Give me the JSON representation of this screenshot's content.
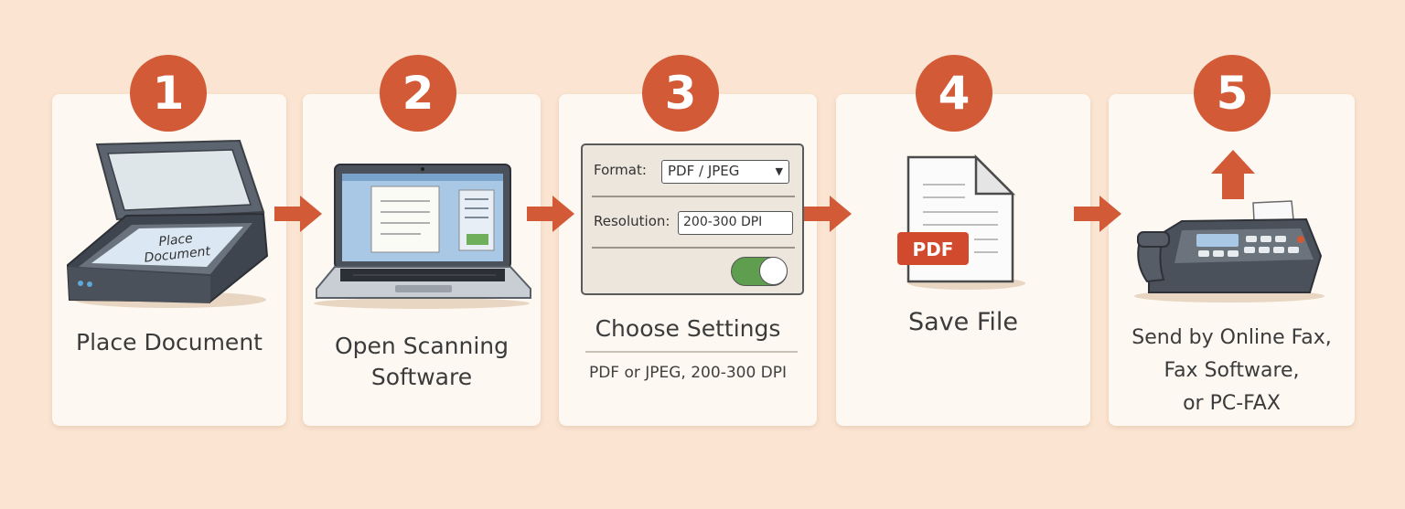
{
  "colors": {
    "background": "#fbe5d2",
    "card": "#fdf8f1",
    "accent": "#d25a36",
    "toggle_on": "#5f9e4f"
  },
  "steps": [
    {
      "number": "1",
      "label": "Place Document",
      "illustration_text": [
        "Place",
        "Document"
      ],
      "icon": "scanner-icon"
    },
    {
      "number": "2",
      "label_lines": [
        "Open Scanning",
        "Software"
      ],
      "icon": "laptop-icon"
    },
    {
      "number": "3",
      "label": "Choose Settings",
      "sublabel": "PDF or JPEG, 200-300 DPI",
      "icon": "settings-panel",
      "settings": {
        "format_label": "Format:",
        "format_value": "PDF / JPEG",
        "resolution_label": "Resolution:",
        "resolution_value": "200-300 DPI",
        "toggle_on": true
      }
    },
    {
      "number": "4",
      "label": "Save File",
      "badge_text": "PDF",
      "icon": "pdf-file-icon"
    },
    {
      "number": "5",
      "label_lines": [
        "Send by Online Fax,",
        "Fax Software,",
        "or PC-FAX"
      ],
      "icon": "fax-machine-icon"
    }
  ],
  "arrows": [
    "arrow-right-icon",
    "arrow-right-icon",
    "arrow-right-icon",
    "arrow-right-icon"
  ]
}
